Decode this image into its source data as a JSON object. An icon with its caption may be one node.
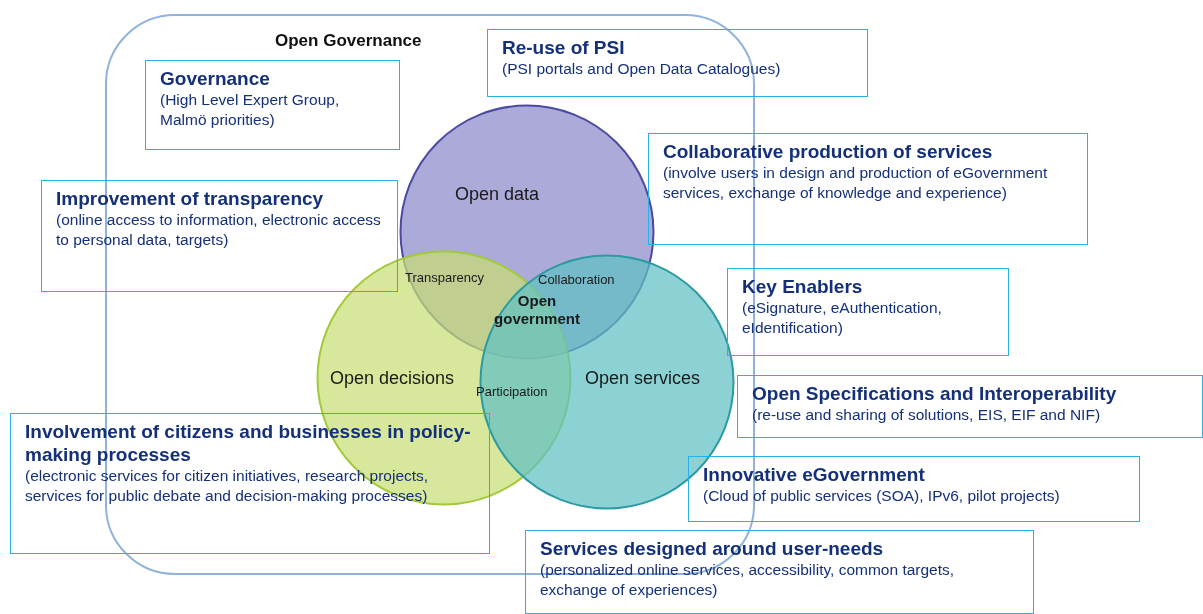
{
  "diagram": {
    "nodes": [
      {
        "text": [
          "Open Governance"
        ]
      },
      {
        "text": [
          "Re-use of PSI",
          "(PSI portals and Open Data Catalogues)"
        ]
      },
      {
        "text": [
          "Governance",
          "(High Level Expert Group, Malmö priorities)"
        ],
        "in": 0
      },
      {
        "text": [
          "Collaborative production of services",
          "(involve users in design and production of eGovernment services, exchange of knowledge and experience)"
        ]
      },
      {
        "text": [
          "Improvement of transparency",
          "(online access to information, electronic access to personal data, targets)"
        ]
      },
      {
        "text": [
          "Open data"
        ],
        "in": 0
      },
      {
        "text": [
          "Key Enablers",
          "(eSignature, eAuthentication, eIdentification)"
        ]
      },
      {
        "text": [
          "Open decisions"
        ],
        "in": 0
      },
      {
        "text": [
          "Open services"
        ],
        "in": 0
      },
      {
        "text": [
          "Open Specifications and Interoperability",
          "(re-use and sharing of solutions, EIS, EIF and NIF)"
        ]
      },
      {
        "text": [
          "Involvement of citizens and businesses in policy-making processes",
          "(electronic services for citizen initiatives, research projects, services for public debate and decision-making processes)"
        ]
      },
      {
        "text": [
          "Innovative eGovernment",
          "(Cloud of public services (SOA), IPv6, pilot projects)"
        ]
      },
      {
        "text": [
          "Services designed around user-needs",
          "(personalized online services, accessibility, common targets, exchange of experiences)"
        ]
      }
    ],
    "labels": [
      "Transparency",
      "Collaboration",
      "Open government",
      "Participation"
    ]
  }
}
